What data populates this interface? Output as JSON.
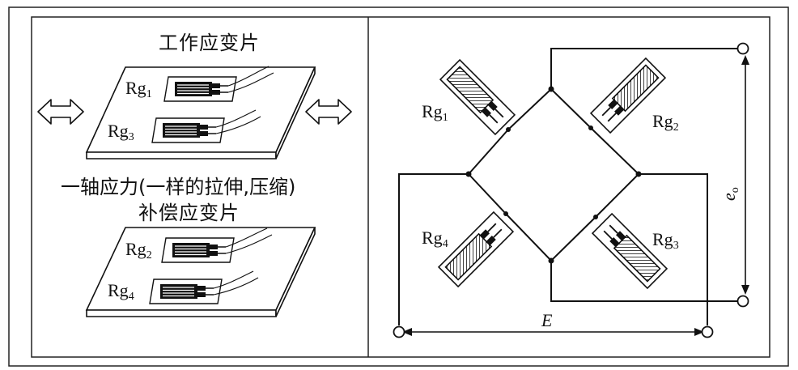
{
  "left_panel": {
    "working_gauge_title": "工作应变片",
    "stress_caption": "一轴应力(一样的拉伸,压缩)",
    "compensation_gauge_title": "补偿应变片",
    "top_plate_gauges": [
      {
        "base": "Rg",
        "sub": "1"
      },
      {
        "base": "Rg",
        "sub": "3"
      }
    ],
    "bottom_plate_gauges": [
      {
        "base": "Rg",
        "sub": "2"
      },
      {
        "base": "Rg",
        "sub": "4"
      }
    ]
  },
  "right_panel": {
    "bridge_gauges": [
      {
        "base": "Rg",
        "sub": "1"
      },
      {
        "base": "Rg",
        "sub": "2"
      },
      {
        "base": "Rg",
        "sub": "4"
      },
      {
        "base": "Rg",
        "sub": "3"
      }
    ],
    "output_voltage": {
      "base": "e",
      "sub": "o"
    },
    "supply_voltage": "E"
  },
  "icons": [
    "double-arrow-icon",
    "strain-gauge-icon",
    "terminal-icon"
  ]
}
